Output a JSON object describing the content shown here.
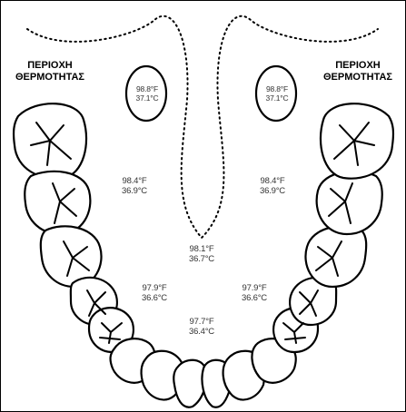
{
  "labels": {
    "left": {
      "line1": "ΠΕΡΙΟΧΗ",
      "line2": "ΘΕΡΜΟΤΗΤΑΣ"
    },
    "right": {
      "line1": "ΠΕΡΙΟΧΗ",
      "line2": "ΘΕΡΜΟΤΗΤΑΣ"
    }
  },
  "readings": {
    "sublingual_left": {
      "f": "98.8°F",
      "c": "37.1°C"
    },
    "sublingual_right": {
      "f": "98.8°F",
      "c": "37.1°C"
    },
    "cheek_left": {
      "f": "98.4°F",
      "c": "36.9°C"
    },
    "cheek_right": {
      "f": "98.4°F",
      "c": "36.9°C"
    },
    "center": {
      "f": "98.1°F",
      "c": "36.7°C"
    },
    "lower_left": {
      "f": "97.9°F",
      "c": "36.6°C"
    },
    "lower_right": {
      "f": "97.9°F",
      "c": "36.6°C"
    },
    "front": {
      "f": "97.7°F",
      "c": "36.4°C"
    }
  },
  "colors": {
    "stroke": "#000000",
    "text": "#333333",
    "background": "#ffffff"
  }
}
